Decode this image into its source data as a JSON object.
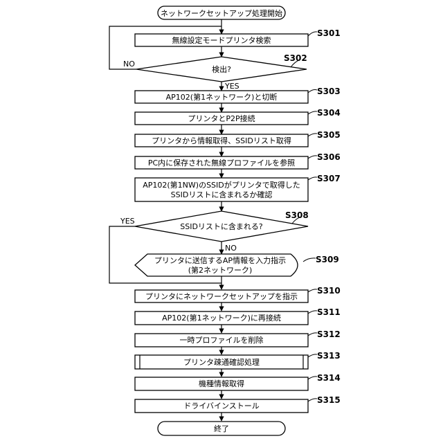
{
  "start": "ネットワークセットアップ処理開始",
  "end": "終了",
  "steps": {
    "s301": {
      "id": "S301",
      "label": "無線設定モードプリンタ検索"
    },
    "s302": {
      "id": "S302",
      "label": "検出?"
    },
    "s303": {
      "id": "S303",
      "label": "AP102(第1ネットワーク)と切断"
    },
    "s304": {
      "id": "S304",
      "label": "プリンタとP2P接続"
    },
    "s305": {
      "id": "S305",
      "label": "プリンタから情報取得、SSIDリスト取得"
    },
    "s306": {
      "id": "S306",
      "label": "PC内に保存された無線プロファイルを参照"
    },
    "s307": {
      "id": "S307",
      "line1": "AP102(第1NW)のSSIDがプリンタで取得した",
      "line2": "SSIDリストに含まれるか確認"
    },
    "s308": {
      "id": "S308",
      "label": "SSIDリストに含まれる?"
    },
    "s309": {
      "id": "S309",
      "line1": "プリンタに送信するAP情報を入力指示",
      "line2": "(第2ネットワーク)"
    },
    "s310": {
      "id": "S310",
      "label": "プリンタにネットワークセットアップを指示"
    },
    "s311": {
      "id": "S311",
      "label": "AP102(第1ネットワーク)に再接続"
    },
    "s312": {
      "id": "S312",
      "label": "一時プロファイルを削除"
    },
    "s313": {
      "id": "S313",
      "label": "プリンタ疎通確認処理"
    },
    "s314": {
      "id": "S314",
      "label": "機種情報取得"
    },
    "s315": {
      "id": "S315",
      "label": "ドライバインストール"
    }
  },
  "edges": {
    "s302_no": "NO",
    "s302_yes": "YES",
    "s308_yes": "YES",
    "s308_no": "NO"
  }
}
